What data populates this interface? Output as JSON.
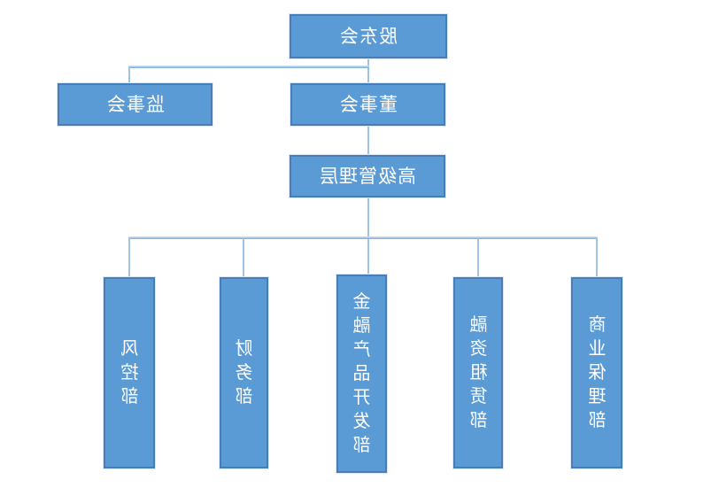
{
  "org_chart": {
    "root": {
      "label": "股东会"
    },
    "level2": {
      "left": {
        "label": "监事会"
      },
      "center": {
        "label": "董事会"
      }
    },
    "level3": {
      "label": "高级管理层"
    },
    "departments": [
      {
        "label": "风控部"
      },
      {
        "label": "财务部"
      },
      {
        "label": "金融产品开发部"
      },
      {
        "label": "融资租赁部"
      },
      {
        "label": "商业保理部"
      }
    ],
    "edges": [
      {
        "from": "股东会",
        "to": "监事会"
      },
      {
        "from": "股东会",
        "to": "董事会"
      },
      {
        "from": "董事会",
        "to": "高级管理层"
      },
      {
        "from": "高级管理层",
        "to": "风控部"
      },
      {
        "from": "高级管理层",
        "to": "财务部"
      },
      {
        "from": "高级管理层",
        "to": "金融产品开发部"
      },
      {
        "from": "高级管理层",
        "to": "融资租赁部"
      },
      {
        "from": "高级管理层",
        "to": "商业保理部"
      }
    ]
  },
  "colors": {
    "box_fill": "#5B9BD5",
    "box_border": "#4A7DB5",
    "connector": "#9DC3E6",
    "text": "#FFFFFF",
    "background": "#FFFFFF"
  }
}
